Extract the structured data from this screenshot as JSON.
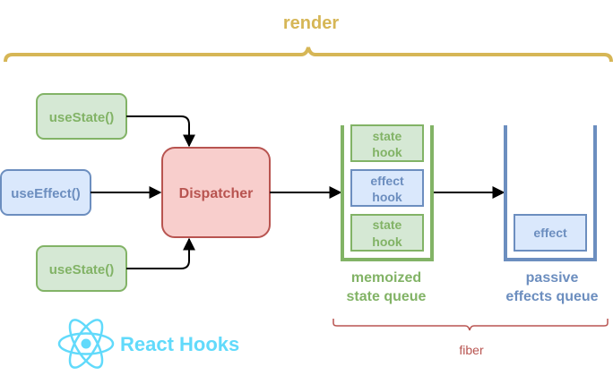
{
  "header": {
    "render_label": "render"
  },
  "hooks": [
    {
      "label": "useState()"
    },
    {
      "label": "useEffect()"
    },
    {
      "label": "useState()"
    }
  ],
  "dispatcher": {
    "label": "Dispatcher"
  },
  "state_queue": {
    "items": [
      {
        "line1": "state",
        "line2": "hook"
      },
      {
        "line1": "effect",
        "line2": "hook"
      },
      {
        "line1": "state",
        "line2": "hook"
      }
    ],
    "caption_line1": "memoized",
    "caption_line2": "state queue"
  },
  "effects_queue": {
    "item": "effect",
    "caption_line1": "passive",
    "caption_line2": "effects queue"
  },
  "fiber": {
    "label": "fiber"
  },
  "logo": {
    "text": "React Hooks",
    "icon": "react-atom-icon"
  },
  "colors": {
    "render": "#d6b656",
    "green_fill": "#d5e8d4",
    "green_stroke": "#82b366",
    "green_text": "#82b366",
    "blue_fill": "#dae8fc",
    "blue_stroke": "#6c8ebf",
    "blue_text": "#6c8ebf",
    "red_fill": "#f8cecc",
    "red_stroke": "#b85450",
    "red_text": "#b85450",
    "react": "#61dafb"
  }
}
